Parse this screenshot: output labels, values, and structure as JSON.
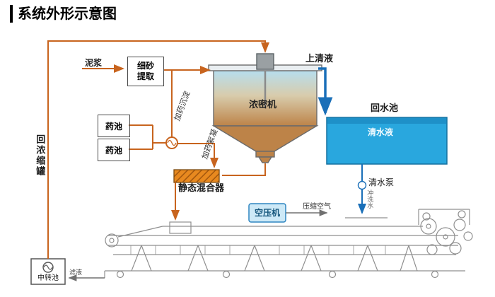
{
  "title": "系统外形示意图",
  "nodes": {
    "mud": "泥浆",
    "fine_sand_extraction": "细砂提取",
    "supernatant": "上清液",
    "thickener": "浓密机",
    "return_water_pool": "回水池",
    "clear_water_liquid": "清水液",
    "chem_pool_top": "药池",
    "chem_pool_bottom": "药池",
    "dosing_sedimentation": "加药沉淀",
    "dosing_flocculation": "加药絮凝",
    "return_concentrate_tank": "回浓缩罐",
    "static_mixer": "静态混合器",
    "clear_water_pump": "清水泵",
    "flush_water": "冲洗水",
    "air_compressor": "空压机",
    "compressed_air": "压缩空气",
    "transfer_pool": "中转池",
    "filtrate": "滤液"
  },
  "colors": {
    "flow_orange": "#C8641E",
    "water_blue": "#1A6FB8",
    "pool_fill": "#29A7DE",
    "tank_top": "#B7DEEE",
    "tank_mid": "#D8CCAC",
    "tank_bottom": "#BD8348",
    "mixer_orange": "#E8891F",
    "compressor_fill": "#CDE9F7",
    "compressor_border": "#2E86C1",
    "machine_gray": "#8F8F8F"
  }
}
